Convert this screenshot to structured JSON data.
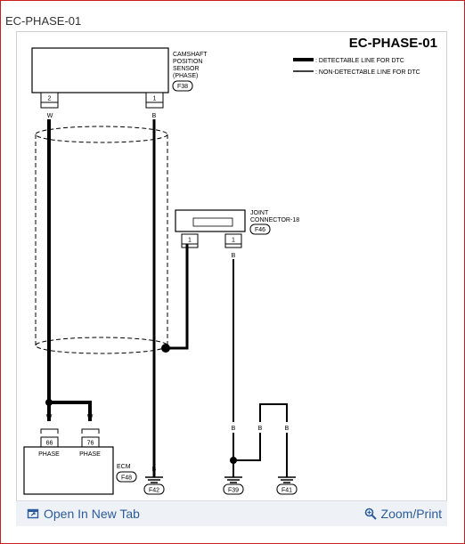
{
  "window": {
    "title": "EC-PHASE-01"
  },
  "diagram": {
    "title": "EC-PHASE-01",
    "legend": {
      "detectable": ": DETECTABLE LINE FOR DTC",
      "non_detectable": ": NON-DETECTABLE LINE FOR DTC"
    },
    "sensor": {
      "label_line1": "CAMSHAFT",
      "label_line2": "POSITION",
      "label_line3": "SENSOR",
      "label_line4": "(PHASE)",
      "connector": "F38",
      "pin_left": "2",
      "pin_right": "1"
    },
    "joint": {
      "label_line1": "JOINT",
      "label_line2": "CONNECTOR-18",
      "connector": "F46",
      "pin_left": "1",
      "pin_right": "1"
    },
    "ecm": {
      "label": "ECM",
      "connector": "F48",
      "pin_left": "66",
      "pin_right": "76",
      "pin_left_name": "PHASE",
      "pin_right_name": "PHASE"
    },
    "wire_colors": {
      "w": "W",
      "b": "B"
    },
    "grounds": {
      "g1": "F42",
      "g2": "F39",
      "g3": "F41"
    }
  },
  "footer": {
    "open_tab": "Open In New Tab",
    "zoom_print": "Zoom/Print"
  }
}
